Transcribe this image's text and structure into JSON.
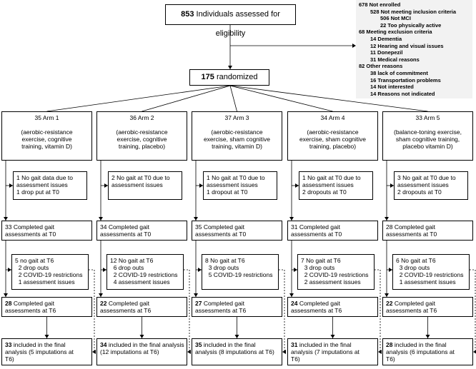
{
  "top": {
    "count": "853",
    "label": " Individuals assessed for eligibility"
  },
  "not_enrolled": [
    {
      "n": "678",
      "text": " Not enrolled",
      "indent": 0
    },
    {
      "n": "528",
      "text": " Not meeting inclusion criteria",
      "indent": 1
    },
    {
      "n": "506",
      "text": " Not MCI",
      "indent": 2
    },
    {
      "n": "22",
      "text": " Too physically active",
      "indent": 2
    },
    {
      "n": "68",
      "text": " Meeting exclusion criteria",
      "indent": 0
    },
    {
      "n": "14",
      "text": " Dementia",
      "indent": 1
    },
    {
      "n": "12",
      "text": " Hearing and visual issues",
      "indent": 1
    },
    {
      "n": "11",
      "text": " Donepezil",
      "indent": 1
    },
    {
      "n": "31",
      "text": " Medical reasons",
      "indent": 1
    },
    {
      "n": "82",
      "text": " Other reasons",
      "indent": 0
    },
    {
      "n": "38",
      "text": " lack of commitment",
      "indent": 1
    },
    {
      "n": "16",
      "text": " Transportation problems",
      "indent": 1
    },
    {
      "n": "14",
      "text": " Not interested",
      "indent": 1
    },
    {
      "n": "14",
      "text": " Reasons not indicated",
      "indent": 1
    }
  ],
  "randomized": {
    "count": "175",
    "label": " randomized"
  },
  "arms": [
    {
      "title": "35 Arm 1",
      "desc": [
        "(aerobic-resistance",
        "exercise, cognitive",
        "training, vitamin D)"
      ],
      "t0_loss": [
        "1 No gait data due to",
        "assessment issues",
        "1 drop put at T0"
      ],
      "t0_done": [
        "33 Completed gait",
        "assessments at T0"
      ],
      "t6_loss": [
        "5 no gait at T6",
        "  2 drop outs",
        "  2 COVID-19 restrictions",
        "  1 assessment issues"
      ],
      "t6_done_n": "28",
      "t6_done": [
        " Completed gait",
        "assessments at T6"
      ],
      "final_n": "33",
      "final": [
        " included in the final",
        "analysis (5 imputations at",
        "T6)"
      ]
    },
    {
      "title": "36 Arm 2",
      "desc": [
        "(aerobic-resistance",
        "exercise, cognitive",
        "training, placebo)"
      ],
      "t0_loss": [
        "2 No gait at T0 due to",
        "assessment issues"
      ],
      "t0_done": [
        "34 Completed gait",
        "assessments at T0"
      ],
      "t6_loss": [
        "12 No gait at T6",
        "  6 drop outs",
        "  2 COVID-19 restrictions",
        "  4 assessment issues"
      ],
      "t6_done_n": "22",
      "t6_done": [
        " Completed gait",
        "assessments at T6"
      ],
      "final_n": "34",
      "final": [
        " included in the final analysis",
        "(12 imputations at T6)"
      ]
    },
    {
      "title": "37 Arm 3",
      "desc": [
        "(aerobic-resistance",
        "exercise, sham cognitive",
        "training, vitamin D)"
      ],
      "t0_loss": [
        "1 No gait at T0 due to",
        "assessment issues",
        "1 dropout at T0"
      ],
      "t0_done": [
        "35 Completed gait",
        "assessments at T0"
      ],
      "t6_loss": [
        "8 No gait at T6",
        "  3 drop outs",
        "  5 COVID-19 restrictions"
      ],
      "t6_done_n": "27",
      "t6_done": [
        " Completed gait",
        "assessments at T6"
      ],
      "final_n": "35",
      "final": [
        " included in the final",
        "analysis (8 imputations at T6)"
      ]
    },
    {
      "title": "34 Arm 4",
      "desc": [
        "(aerobic-resistance",
        "exercise, sham cognitive",
        "training, placebo)"
      ],
      "t0_loss": [
        "1 No gait at T0 due to",
        "assessment issues",
        "2 dropouts at T0"
      ],
      "t0_done": [
        "31 Completed gait",
        "assessments at T0"
      ],
      "t6_loss": [
        "7 No gait at T6",
        "  3 drop outs",
        "  2 COVID-19 restrictions",
        "  2 assessment issues"
      ],
      "t6_done_n": "24",
      "t6_done": [
        " Completed gait",
        "assessments at T6"
      ],
      "final_n": "31",
      "final": [
        " included in the final",
        "analysis (7 imputations at",
        "T6)"
      ]
    },
    {
      "title": "33 Arm 5",
      "desc": [
        "(balance-toning exercise,",
        "sham cognitive training,",
        "placebo vitamin D)"
      ],
      "t0_loss": [
        "3 No gait at T0 due to",
        "assessment issues",
        "2 dropouts at T0"
      ],
      "t0_done": [
        "28 Completed gait",
        "assessments at T0"
      ],
      "t6_loss": [
        "6 No gait at T6",
        "  3 drop outs",
        "  2 COVID-19 restrictions",
        "  1 assessment issues"
      ],
      "t6_done_n": "22",
      "t6_done": [
        " Completed gait",
        "assessments at T6"
      ],
      "final_n": "28",
      "final": [
        " included in the final",
        "analysis (6 imputations at",
        "T6)"
      ]
    }
  ]
}
